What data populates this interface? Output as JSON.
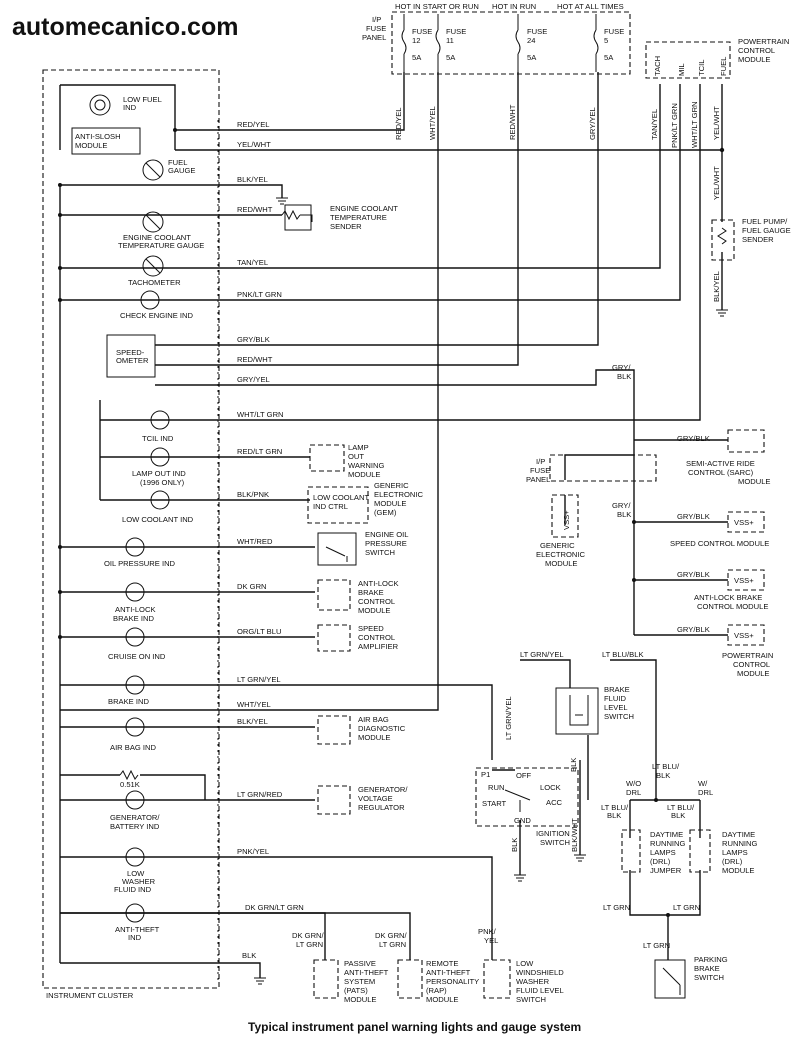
{
  "header": {
    "site": "automecanico.com"
  },
  "caption": "Typical instrument panel warning lights and gauge system",
  "top": {
    "hot_labels": [
      "HOT IN START OR RUN",
      "HOT IN RUN",
      "HOT AT ALL TIMES"
    ],
    "ip_fuse_panel": [
      "I/P",
      "FUSE",
      "PANEL"
    ],
    "fuses": [
      {
        "name": [
          "FUSE",
          "12"
        ],
        "rating": "5A"
      },
      {
        "name": [
          "FUSE",
          "11"
        ],
        "rating": "5A"
      },
      {
        "name": [
          "FUSE",
          "24"
        ],
        "rating": "5A"
      },
      {
        "name": [
          "FUSE",
          "5"
        ],
        "rating": "5A"
      }
    ],
    "pcm": [
      "POWERTRAIN",
      "CONTROL",
      "MODULE"
    ],
    "pcm_pins": [
      "TACH",
      "MIL",
      "TCIL",
      "FUEL"
    ]
  },
  "cluster": {
    "label": "INSTRUMENT CLUSTER",
    "low_fuel": [
      "LOW FUEL",
      "IND"
    ],
    "anti_slosh": [
      "ANTI-SLOSH",
      "MODULE"
    ],
    "fuel_gauge": [
      "FUEL",
      "GAUGE"
    ],
    "ect_gauge": [
      "ENGINE COOLANT",
      "TEMPERATURE GAUGE"
    ],
    "tachometer": "TACHOMETER",
    "check_engine": "CHECK ENGINE IND",
    "speedometer": [
      "SPEED-",
      "OMETER"
    ],
    "tcil": "TCIL IND",
    "lamp_out": [
      "LAMP OUT IND",
      "(1996 ONLY)"
    ],
    "low_coolant": "LOW COOLANT IND",
    "oil_pressure": "OIL PRESSURE IND",
    "anti_lock": [
      "ANTI-LOCK",
      "BRAKE IND"
    ],
    "cruise": "CRUISE ON IND",
    "brake": "BRAKE IND",
    "air_bag": "AIR BAG IND",
    "resistor": "0.51K",
    "generator": [
      "GENERATOR/",
      "BATTERY IND"
    ],
    "low_washer": [
      "LOW",
      "WASHER",
      "FLUID IND"
    ],
    "anti_theft": [
      "ANTI-THEFT",
      "IND"
    ]
  },
  "wires": {
    "red_yel": "RED/YEL",
    "yel_wht": "YEL/WHT",
    "blk_yel": "BLK/YEL",
    "red_wht": "RED/WHT",
    "tan_yel": "TAN/YEL",
    "pnk_ltgrn": "PNK/LT GRN",
    "gry_blk": "GRY/BLK",
    "gry_yel": "GRY/YEL",
    "wht_ltgrn": "WHT/LT GRN",
    "red_ltgrn": "RED/LT GRN",
    "blk_pnk": "BLK/PNK",
    "wht_red": "WHT/RED",
    "dk_grn": "DK GRN",
    "org_ltblu": "ORG/LT BLU",
    "ltgrn_yel": "LT GRN/YEL",
    "wht_yel": "WHT/YEL",
    "blk_yel2": "BLK/YEL",
    "ltgrn_red": "LT GRN/RED",
    "pnk_yel": "PNK/YEL",
    "dkgrn_ltgrn": "DK GRN/LT GRN",
    "blk": "BLK",
    "wht_yel_v": "WHT/YEL",
    "yel_wht_v": "YEL/WHT",
    "blk_yel_v": "BLK/YEL",
    "gry_blk_v": [
      "GRY/",
      "BLK"
    ],
    "ltblu_blk": "LT BLU/BLK",
    "ltblu_blk_v": [
      "LT BLU/",
      "BLK"
    ],
    "blk_v": "BLK",
    "blk_wht_v": "BLK/WHT",
    "lt_grn": "LT GRN",
    "pnk_yel_v": [
      "PNK/",
      "YEL"
    ],
    "dkgrn_ltgrn_v": [
      "DK GRN/",
      "LT GRN"
    ]
  },
  "components": {
    "ect_sender": [
      "ENGINE COOLANT",
      "TEMPERATURE",
      "SENDER"
    ],
    "fuel_pump": [
      "FUEL PUMP/",
      "FUEL GAUGE",
      "SENDER"
    ],
    "lamp_out_module": [
      "LAMP",
      "OUT",
      "WARNING",
      "MODULE"
    ],
    "gem": [
      "GENERIC",
      "ELECTRONIC",
      "MODULE",
      "(GEM)"
    ],
    "gem_box": [
      "LOW COOLANT",
      "IND CTRL"
    ],
    "oil_switch": [
      "ENGINE OIL",
      "PRESSURE",
      "SWITCH"
    ],
    "abs_module": [
      "ANTI-LOCK",
      "BRAKE",
      "CONTROL",
      "MODULE"
    ],
    "speed_amp": [
      "SPEED",
      "CONTROL",
      "AMPLIFIER"
    ],
    "airbag_module": [
      "AIR BAG",
      "DIAGNOSTIC",
      "MODULE"
    ],
    "regulator": [
      "GENERATOR/",
      "VOLTAGE",
      "REGULATOR"
    ],
    "pats": [
      "PASSIVE",
      "ANTI-THEFT",
      "SYSTEM",
      "(PATS)",
      "MODULE"
    ],
    "rap": [
      "REMOTE",
      "ANTI-THEFT",
      "PERSONALITY",
      "(RAP)",
      "MODULE"
    ],
    "washer_switch": [
      "LOW",
      "WINDSHIELD",
      "WASHER",
      "FLUID LEVEL",
      "SWITCH"
    ],
    "ip_fuse_panel2": [
      "I/P",
      "FUSE",
      "PANEL"
    ],
    "gem2": [
      "GENERIC",
      "ELECTRONIC",
      "MODULE"
    ],
    "vss": "VSS+",
    "sarc": [
      "SEMI-ACTIVE RIDE",
      "CONTROL (SARC)",
      "MODULE"
    ],
    "speed_control_module": "SPEED CONTROL MODULE",
    "abs_module2": [
      "ANTI-LOCK BRAKE",
      "CONTROL MODULE"
    ],
    "pcm2": [
      "POWERTRAIN",
      "CONTROL",
      "MODULE"
    ],
    "brake_fluid": [
      "BRAKE",
      "FLUID",
      "LEVEL",
      "SWITCH"
    ],
    "ignition": {
      "run": "RUN",
      "off": "OFF",
      "lock": "LOCK",
      "acc": "ACC",
      "start": "START",
      "gnd": "GND",
      "p1": "P1",
      "label": [
        "IGNITION",
        "SWITCH"
      ]
    },
    "wo_drl": [
      "W/O",
      "DRL"
    ],
    "w_drl": [
      "W/",
      "DRL"
    ],
    "drl_jumper": [
      "DAYTIME",
      "RUNNING",
      "LAMPS",
      "(DRL)",
      "JUMPER"
    ],
    "drl_module": [
      "DAYTIME",
      "RUNNING",
      "LAMPS",
      "(DRL)",
      "MODULE"
    ],
    "parking_brake": [
      "PARKING",
      "BRAKE",
      "SWITCH"
    ]
  }
}
